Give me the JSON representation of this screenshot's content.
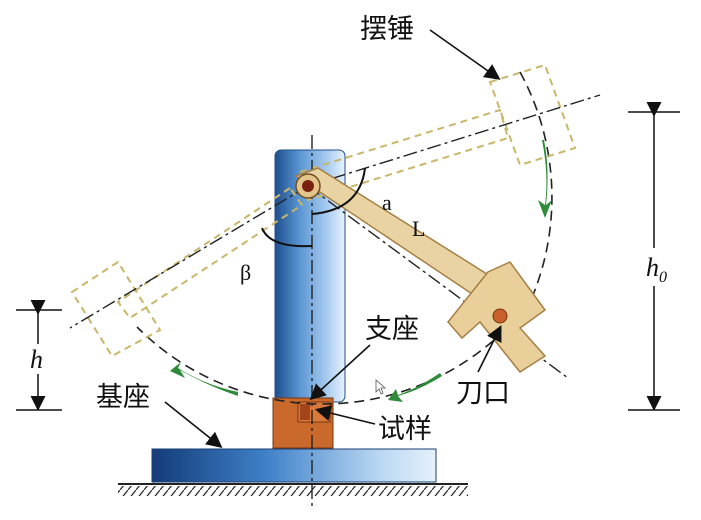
{
  "labels": {
    "pendulum": "摆锤",
    "support": "支座",
    "base": "基座",
    "specimen": "试样",
    "knife_edge": "刀口",
    "alpha": "a",
    "length": "L",
    "beta": "β",
    "h": "h",
    "h0_main": "h",
    "h0_sub": "0"
  },
  "colors": {
    "column": "#3d77b8",
    "base": "#2e6fb0",
    "arm": "#e9cf9a",
    "arm_stroke": "#b08a4a",
    "specimen": "#b8561e",
    "arrow_green": "#2e8b3a"
  }
}
